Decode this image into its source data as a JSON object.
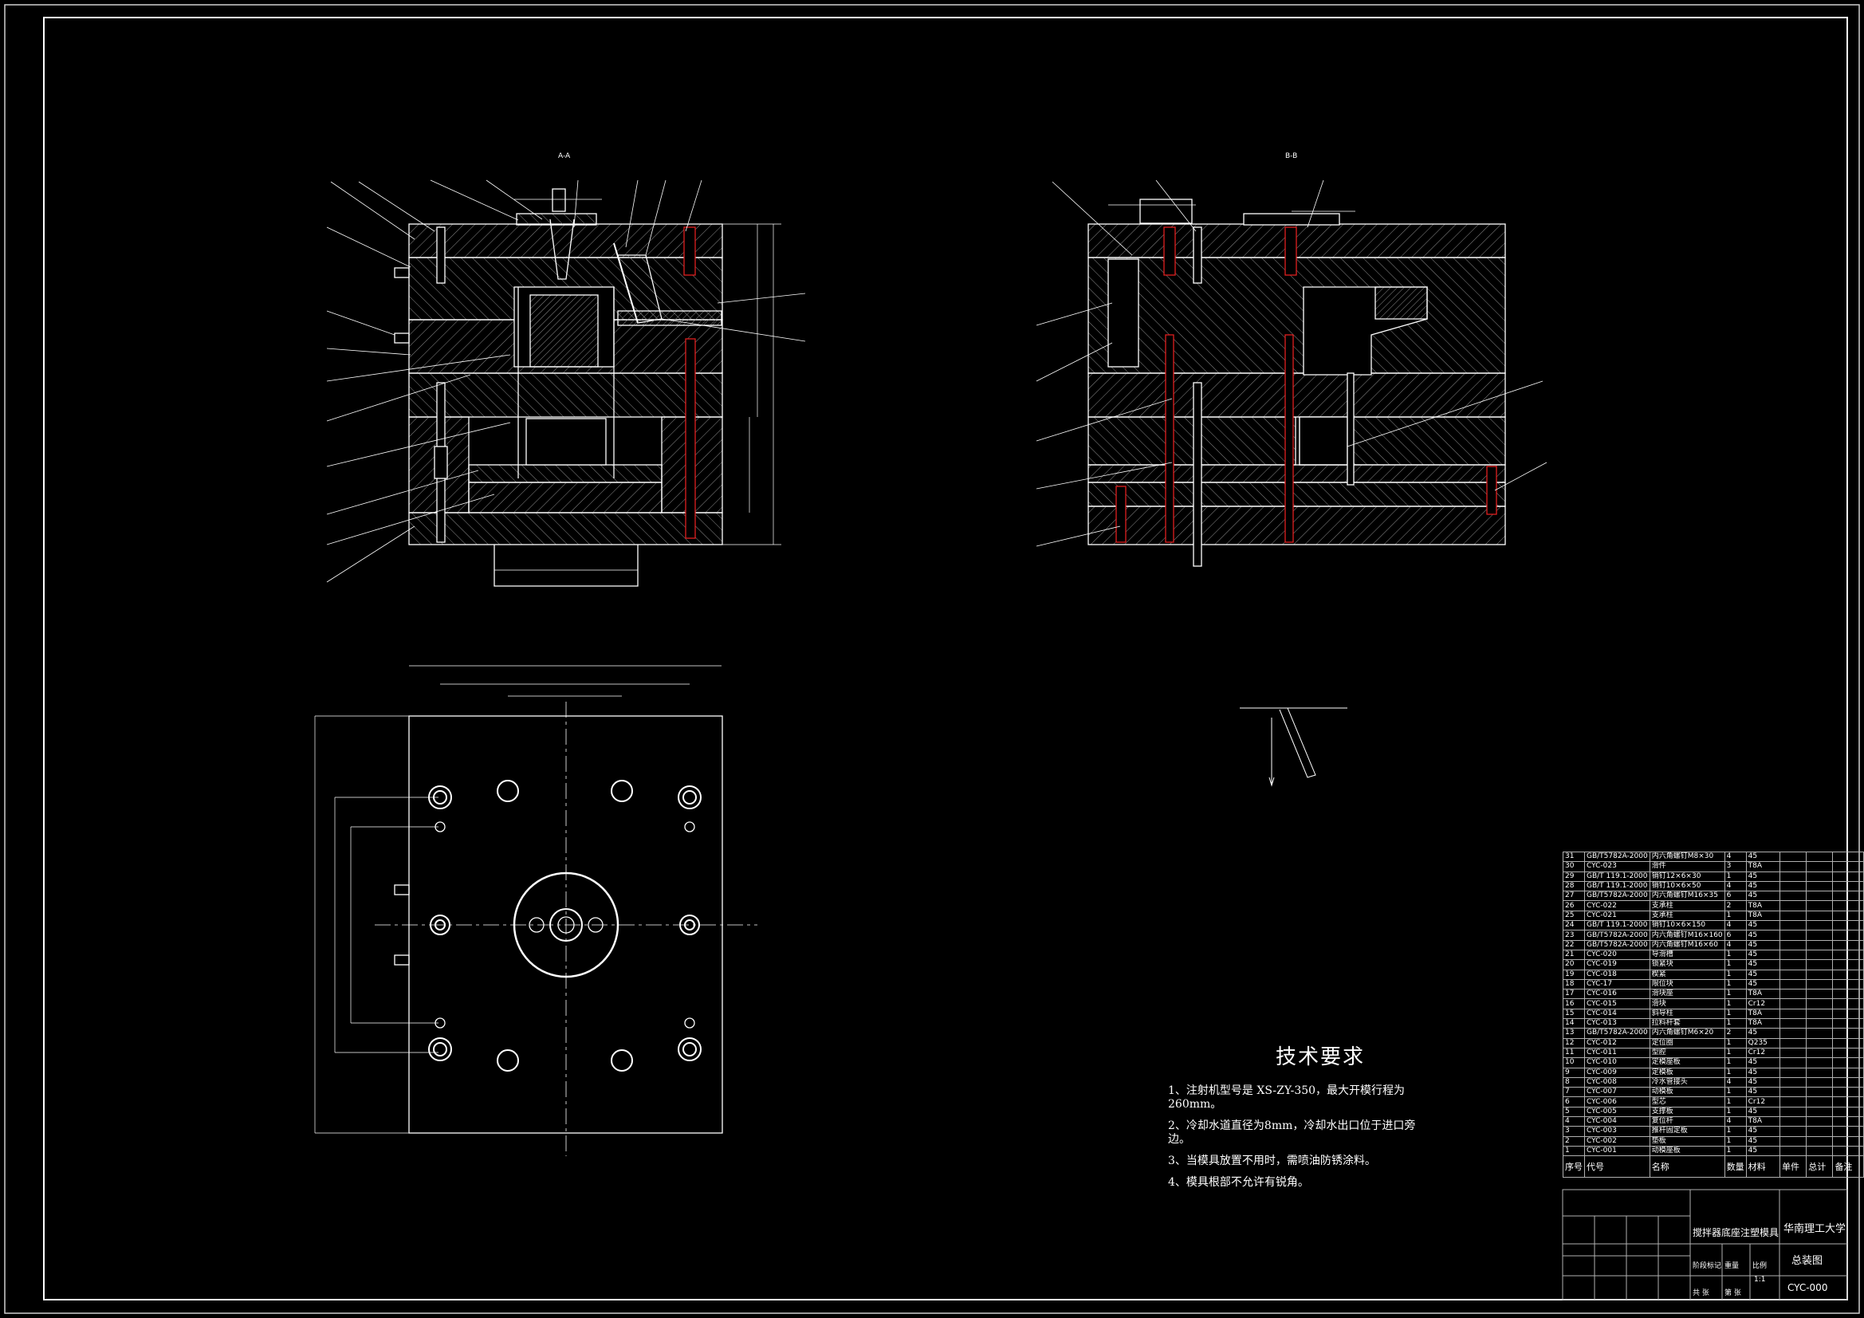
{
  "section_labels": {
    "aa": "A-A",
    "bb": "B-B"
  },
  "tech_requirements": {
    "title": "技术要求",
    "items": [
      "1、注射机型号是 XS-ZY-350，最大开模行程为260mm。",
      "2、冷却水道直径为8mm，冷却水出口位于进口旁边。",
      "3、当模具放置不用时，需喷油防锈涂料。",
      "4、模具根部不允许有锐角。"
    ]
  },
  "bom": {
    "headers": [
      "序号",
      "代号",
      "名称",
      "数量",
      "材料",
      "单件",
      "总计",
      "备注"
    ],
    "rows": [
      [
        "31",
        "GB/T5782A-2000",
        "内六角螺钉M8×30",
        "4",
        "45"
      ],
      [
        "30",
        "CYC-023",
        "滑件",
        "3",
        "T8A"
      ],
      [
        "29",
        "GB/T 119.1-2000",
        "销钉12×6×30",
        "1",
        "45"
      ],
      [
        "28",
        "GB/T 119.1-2000",
        "销钉10×6×50",
        "4",
        "45"
      ],
      [
        "27",
        "GB/T5782A-2000",
        "内六角螺钉M16×35",
        "6",
        "45"
      ],
      [
        "26",
        "CYC-022",
        "支承柱",
        "2",
        "T8A"
      ],
      [
        "25",
        "CYC-021",
        "支承柱",
        "1",
        "T8A"
      ],
      [
        "24",
        "GB/T 119.1-2000",
        "销钉10×6×150",
        "4",
        "45"
      ],
      [
        "23",
        "GB/T5782A-2000",
        "内六角螺钉M16×160",
        "6",
        "45"
      ],
      [
        "22",
        "GB/T5782A-2000",
        "内六角螺钉M16×60",
        "4",
        "45"
      ],
      [
        "21",
        "CYC-020",
        "导滑槽",
        "1",
        "45"
      ],
      [
        "20",
        "CYC-019",
        "锁紧块",
        "1",
        "45"
      ],
      [
        "19",
        "CYC-018",
        "楔紧",
        "1",
        "45"
      ],
      [
        "18",
        "CYC-17",
        "限位块",
        "1",
        "45"
      ],
      [
        "17",
        "CYC-016",
        "滑块座",
        "1",
        "T8A"
      ],
      [
        "16",
        "CYC-015",
        "滑块",
        "1",
        "Cr12"
      ],
      [
        "15",
        "CYC-014",
        "斜导柱",
        "1",
        "T8A"
      ],
      [
        "14",
        "CYC-013",
        "拉料杆套",
        "1",
        "T8A"
      ],
      [
        "13",
        "GB/T5782A-2000",
        "内六角螺钉M6×20",
        "2",
        "45"
      ],
      [
        "12",
        "CYC-012",
        "定位圈",
        "1",
        "Q235"
      ],
      [
        "11",
        "CYC-011",
        "型腔",
        "1",
        "Cr12"
      ],
      [
        "10",
        "CYC-010",
        "定模座板",
        "1",
        "45"
      ],
      [
        "9",
        "CYC-009",
        "定模板",
        "1",
        "45"
      ],
      [
        "8",
        "CYC-008",
        "冷水管接头",
        "4",
        "45"
      ],
      [
        "7",
        "CYC-007",
        "动模板",
        "1",
        "45"
      ],
      [
        "6",
        "CYC-006",
        "型芯",
        "1",
        "Cr12"
      ],
      [
        "5",
        "CYC-005",
        "支撑板",
        "1",
        "45"
      ],
      [
        "4",
        "CYC-004",
        "复位杆",
        "4",
        "T8A"
      ],
      [
        "3",
        "CYC-003",
        "推杆固定板",
        "1",
        "45"
      ],
      [
        "2",
        "CYC-002",
        "垫板",
        "1",
        "45"
      ],
      [
        "1",
        "CYC-001",
        "动模座板",
        "1",
        "45"
      ]
    ]
  },
  "title_block": {
    "product": "搅拌器底座注塑模具",
    "school": "华南理工大学",
    "drawing_name": "总装图",
    "drawing_no": "CYC-000",
    "stage_label": "阶段标记",
    "weight_label": "重量",
    "scale_label": "比例",
    "scale_value": "1:1",
    "sheet_label": "共 张",
    "sheet_of": "第 张"
  },
  "colors": {
    "line": "#ffffff",
    "hatch": "#9a9a9a",
    "accent": "#e02020",
    "background": "#000000"
  }
}
